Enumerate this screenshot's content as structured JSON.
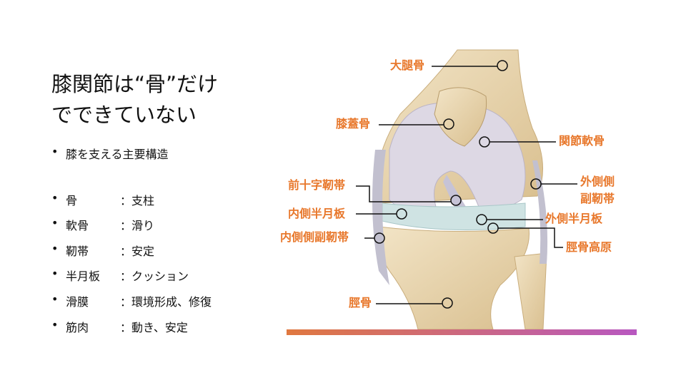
{
  "title": {
    "line1": "膝関節は“骨”だけ",
    "line2": "でできていない"
  },
  "subtitle": "膝を支える主要構造",
  "bullets": [
    {
      "term": "骨",
      "desc": "：支柱"
    },
    {
      "term": "軟骨",
      "desc": "：滑り"
    },
    {
      "term": "靭帯",
      "desc": "：安定"
    },
    {
      "term": "半月板",
      "desc": "：クッション"
    },
    {
      "term": "滑膜",
      "desc": "：環境形成、修復"
    },
    {
      "term": "筋肉",
      "desc": "：動き、安定"
    }
  ],
  "bullet_char": "•",
  "figure_labels": {
    "femur": "大腿骨",
    "patella": "膝蓋骨",
    "cartilage": "関節軟骨",
    "acl": "前十字靭帯",
    "lcl_1": "外側側",
    "lcl_2": "副靭帯",
    "medial_meniscus": "内側半月板",
    "lateral_meniscus": "外側半月板",
    "mcl": "内側側副靭帯",
    "tibial_plateau": "脛骨高原",
    "tibia": "脛骨"
  },
  "colors": {
    "label": "#e8782c",
    "bar_start": "#e07840",
    "bar_end": "#b858c0"
  }
}
